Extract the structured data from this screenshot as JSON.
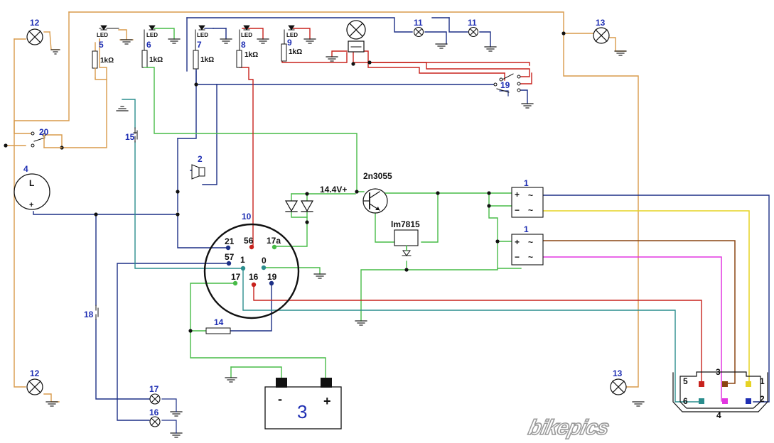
{
  "diagram": {
    "wire_colors": {
      "orange": "#d89a4a",
      "navy": "#1c2f86",
      "green": "#47bb47",
      "red": "#c8221d",
      "teal": "#2a8d8d",
      "yellow": "#e6d324",
      "brown": "#8a4512",
      "magenta": "#e236e0",
      "blue": "#1f2fb3",
      "black": "#111111"
    },
    "components": {
      "headlamp_left_top": "12",
      "headlamp_left_bottom": "12",
      "headlamp_right_top": "13",
      "headlamp_right_bottom": "13",
      "meter": "4",
      "meter_symbol": "L",
      "meter_plus": "+",
      "switch_20": "20",
      "switch_15": "15",
      "switch_18": "18",
      "horn": "2",
      "ignition": "10",
      "fuse": "14",
      "battery": "3",
      "battery_minus": "-",
      "battery_plus": "+",
      "indicator_17": "17",
      "indicator_16": "16",
      "lamp_11a": "11",
      "lamp_11b": "11",
      "switch_19": "19",
      "connector": "4",
      "rectifier_a": "1",
      "rectifier_b": "1",
      "rect_plus": "+",
      "rect_minus": "−",
      "rect_ac": "~",
      "voltage_label": "14.4V+",
      "transistor": "2n3055",
      "regulator": "lm7815"
    },
    "leds": [
      {
        "num": "5",
        "label": "LED",
        "res": "1kΩ"
      },
      {
        "num": "6",
        "label": "LED",
        "res": "1kΩ"
      },
      {
        "num": "7",
        "label": "LED",
        "res": "1kΩ"
      },
      {
        "num": "8",
        "label": "LED",
        "res": "1kΩ"
      },
      {
        "num": "9",
        "label": "LED",
        "res": "1kΩ"
      }
    ],
    "ignition_terminals": {
      "t56": "56",
      "t17a": "17a",
      "t21": "21",
      "t57": "57",
      "t1": "1",
      "t0": "0",
      "t17": "17",
      "t16": "16",
      "t19": "19"
    },
    "connector_pins": {
      "p1": "1",
      "p2": "2",
      "p3": "3",
      "p5": "5",
      "p6": "6"
    },
    "watermark": "bikepics"
  }
}
